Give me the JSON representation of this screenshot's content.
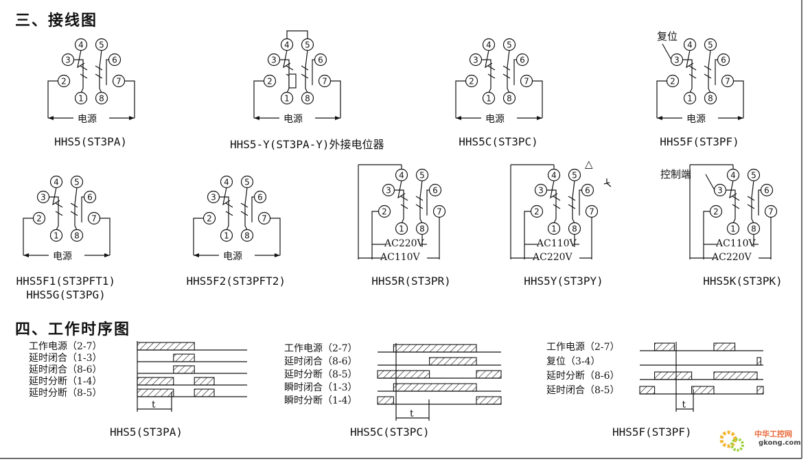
{
  "sections": {
    "wiring_title": "三、接线图",
    "timing_title": "四、工作时序图"
  },
  "pin_numbers": [
    "1",
    "2",
    "3",
    "4",
    "5",
    "6",
    "7",
    "8"
  ],
  "diagrams": [
    {
      "model": "HHS5(ST3PA)",
      "supply": "电源"
    },
    {
      "model": "HHS5-Y(ST3PA-Y)外接电位器",
      "supply": "电源"
    },
    {
      "model": "HHS5C(ST3PC)",
      "supply": "电源"
    },
    {
      "model": "HHS5F(ST3PF)",
      "supply": "电源",
      "annotation": "复位"
    },
    {
      "model": "HHS5F1(ST3PFT1)",
      "model_alt": "HHS5G(ST3PG)",
      "supply": "电源"
    },
    {
      "model": "HHS5F2(ST3PFT2)",
      "supply": "电源"
    },
    {
      "model": "HHS5R(ST3PR)",
      "supply_inner": "AC220V",
      "supply_outer": "AC110V"
    },
    {
      "model": "HHS5Y(ST3PY)",
      "supply_inner": "AC110V",
      "supply_outer": "AC220V",
      "delta_symbol": "△"
    },
    {
      "model": "HHS5K(ST3PK)",
      "supply_inner": "AC110V",
      "supply_outer": "AC220V",
      "annotation": "控制端"
    }
  ],
  "timing": [
    {
      "model": "HHS5(ST3PA)",
      "time_label": "t",
      "signals": [
        {
          "label": "工作电源（2-7）",
          "segments": [
            [
              0,
              0.52
            ]
          ]
        },
        {
          "label": "延时闭合（1-3）",
          "segments": [
            [
              0.33,
              0.52
            ]
          ]
        },
        {
          "label": "延时闭合（8-6）",
          "segments": [
            [
              0.33,
              0.52
            ]
          ]
        },
        {
          "label": "延时分断（1-4）",
          "segments": [
            [
              0,
              0.33
            ],
            [
              0.52,
              0.7
            ]
          ]
        },
        {
          "label": "延时分断（8-5）",
          "segments": [
            [
              0,
              0.33
            ],
            [
              0.52,
              0.7
            ]
          ]
        }
      ]
    },
    {
      "model": "HHS5C(ST3PC)",
      "time_label": "t",
      "signals": [
        {
          "label": "工作电源（2-7）",
          "segments": [
            [
              0.13,
              0.8
            ]
          ]
        },
        {
          "label": "延时闭合（8-6）",
          "segments": [
            [
              0.42,
              0.8
            ]
          ]
        },
        {
          "label": "延时分断（8-5）",
          "segments": [
            [
              0,
              0.42
            ],
            [
              0.8,
              1.0
            ]
          ]
        },
        {
          "label": "瞬时闭合（1-3）",
          "segments": [
            [
              0.13,
              0.8
            ]
          ]
        },
        {
          "label": "瞬时分断（1-4）",
          "segments": [
            [
              0,
              0.13
            ],
            [
              0.8,
              1.0
            ]
          ]
        }
      ]
    },
    {
      "model": "HHS5F(ST3PF)",
      "time_label": "t",
      "signals": [
        {
          "label": "工作电源（2-7）",
          "segments": [
            [
              0.12,
              0.28
            ],
            [
              0.6,
              0.77
            ]
          ]
        },
        {
          "label": "复位（3-4）",
          "segments": [
            [
              0.95,
              0.98
            ]
          ]
        },
        {
          "label": "延时分断（8-6）",
          "segments": [
            [
              0.12,
              0.42
            ],
            [
              0.6,
              0.95
            ]
          ]
        },
        {
          "label": "延时闭合（8-5）",
          "segments": [
            [
              0,
              0.12
            ],
            [
              0.42,
              0.6
            ],
            [
              0.95,
              1.0
            ]
          ]
        }
      ]
    }
  ],
  "watermark": {
    "text": "中华工控网",
    "url_text": "gkong.com"
  }
}
